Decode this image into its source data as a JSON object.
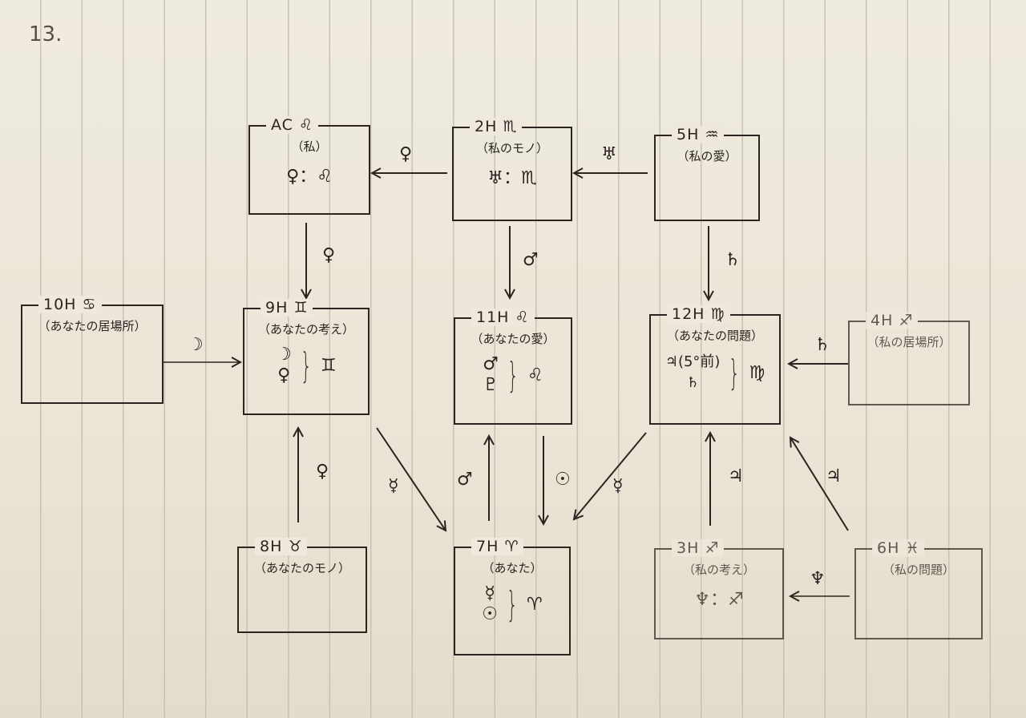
{
  "page_number": "13.",
  "boxes": {
    "ac": {
      "house": "AC",
      "sign": "♌",
      "subtitle": "（私）",
      "ruler": "♀",
      "ruler_sign": "♌"
    },
    "h2": {
      "house": "2H",
      "sign": "♏",
      "subtitle": "（私のモノ）",
      "ruler": "♅",
      "ruler_sign": "♏"
    },
    "h5": {
      "house": "5H",
      "sign": "♒",
      "subtitle": "（私の愛）"
    },
    "h10": {
      "house": "10H",
      "sign": "♋",
      "subtitle": "（あなたの居場所）"
    },
    "h9": {
      "house": "9H",
      "sign": "♊",
      "subtitle": "（あなたの考え）",
      "planets": [
        "☽",
        "♀"
      ],
      "sign_group": "♊"
    },
    "h11": {
      "house": "11H",
      "sign": "♌",
      "subtitle": "（あなたの愛）",
      "planets": [
        "♂",
        "♇"
      ],
      "sign_group": "♌"
    },
    "h12": {
      "house": "12H",
      "sign": "♍",
      "subtitle": "（あなたの問題）",
      "planets": [
        "♃(5°前)",
        "♄"
      ],
      "sign_group": "♍"
    },
    "h4": {
      "house": "4H",
      "sign": "♐",
      "subtitle": "（私の居場所）"
    },
    "h8": {
      "house": "8H",
      "sign": "♉",
      "subtitle": "（あなたのモノ）"
    },
    "h7": {
      "house": "7H",
      "sign": "♈",
      "subtitle": "（あなた）",
      "planets": [
        "☿",
        "☉"
      ],
      "sign_group": "♈"
    },
    "h3": {
      "house": "3H",
      "sign": "♐",
      "subtitle": "（私の考え）",
      "ruler": "♆",
      "ruler_sign": "♐"
    },
    "h6": {
      "house": "6H",
      "sign": "♓",
      "subtitle": "（私の問題）"
    }
  },
  "arrows": [
    {
      "from": "2H",
      "to": "AC",
      "label": "♀"
    },
    {
      "from": "5H",
      "to": "2H",
      "label": "♅"
    },
    {
      "from": "AC",
      "to": "9H",
      "label": "♀"
    },
    {
      "from": "2H",
      "to": "11H",
      "label": "♂"
    },
    {
      "from": "5H",
      "to": "12H",
      "label": "♄"
    },
    {
      "from": "10H",
      "to": "9H",
      "label": "☽"
    },
    {
      "from": "4H",
      "to": "12H",
      "label": "♄"
    },
    {
      "from": "8H",
      "to": "9H",
      "label": "♀"
    },
    {
      "from": "9H",
      "to": "7H",
      "label": "☿"
    },
    {
      "from": "7H",
      "to": "11H",
      "label": "♂"
    },
    {
      "from": "11H",
      "to": "7H",
      "label": "☉"
    },
    {
      "from": "12H",
      "to": "7H",
      "label": "☿"
    },
    {
      "from": "3H",
      "to": "12H",
      "label": "♃"
    },
    {
      "from": "6H",
      "to": "12H",
      "label": "♃"
    },
    {
      "from": "6H",
      "to": "3H",
      "label": "♆"
    }
  ]
}
